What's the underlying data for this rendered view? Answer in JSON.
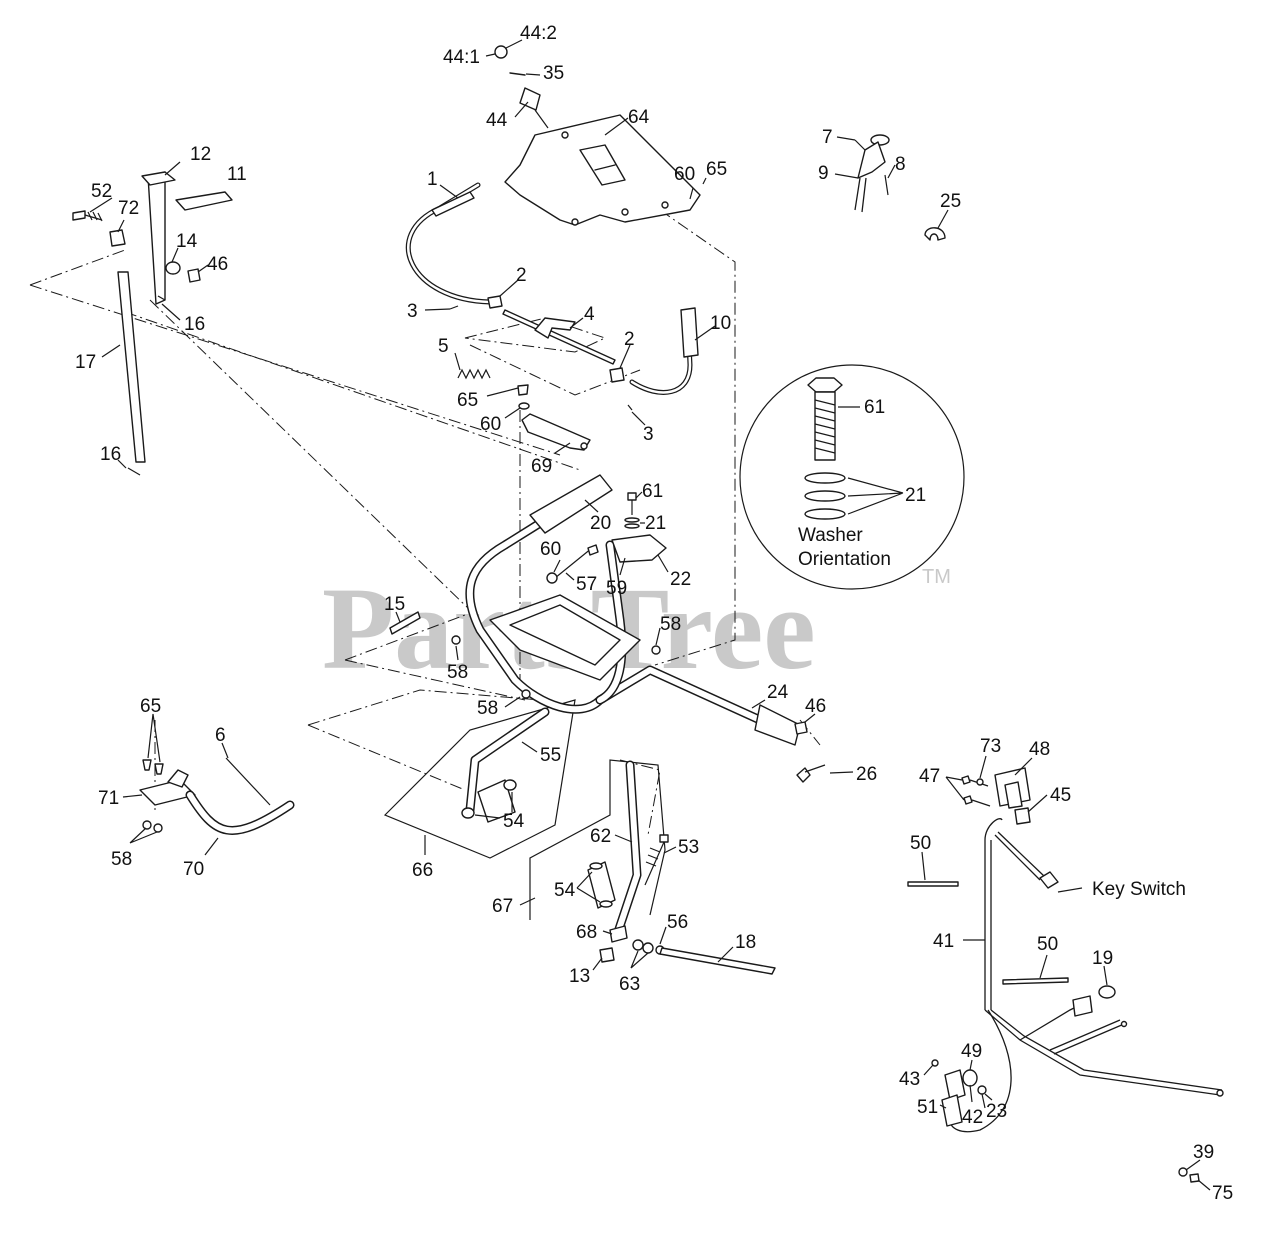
{
  "watermark": {
    "brand": "PartsTree",
    "trademark": "TM"
  },
  "callouts": {
    "c44_2": "44:2",
    "c44_1": "44:1",
    "c35": "35",
    "c44": "44",
    "c64": "64",
    "c60_top": "60",
    "c65_top": "65",
    "c1": "1",
    "c12": "12",
    "c11": "11",
    "c52": "52",
    "c72": "72",
    "c14": "14",
    "c46_top": "46",
    "c16_top": "16",
    "c17": "17",
    "c16_bot": "16",
    "c2_left": "2",
    "c3_left": "3",
    "c4": "4",
    "c5": "5",
    "c2_right": "2",
    "c10": "10",
    "c65_mid": "65",
    "c60_mid": "60",
    "c3_right": "3",
    "c69": "69",
    "c7": "7",
    "c8": "8",
    "c9": "9",
    "c25": "25",
    "c61_circle": "61",
    "c21_circle": "21",
    "c61_mid": "61",
    "c21_mid": "21",
    "c20": "20",
    "c60_low": "60",
    "c57": "57",
    "c59": "59",
    "c22": "22",
    "c15": "15",
    "c58_a": "58",
    "c58_b": "58",
    "c58_c": "58",
    "c24": "24",
    "c46_low": "46",
    "c26": "26",
    "c55": "55",
    "c54_a": "54",
    "c66": "66",
    "c65_low": "65",
    "c6": "6",
    "c71": "71",
    "c58_d": "58",
    "c70": "70",
    "c62": "62",
    "c53": "53",
    "c54_b": "54",
    "c67": "67",
    "c68": "68",
    "c56": "56",
    "c18": "18",
    "c13": "13",
    "c63": "63",
    "c73": "73",
    "c48": "48",
    "c47": "47",
    "c45": "45",
    "c50_a": "50",
    "c41": "41",
    "c50_b": "50",
    "c19": "19",
    "c49": "49",
    "c43": "43",
    "c51": "51",
    "c42": "42",
    "c23": "23",
    "c39": "39",
    "c75": "75"
  },
  "text_labels": {
    "key_switch": "Key Switch",
    "washer_line1": "Washer",
    "washer_line2": "Orientation"
  }
}
